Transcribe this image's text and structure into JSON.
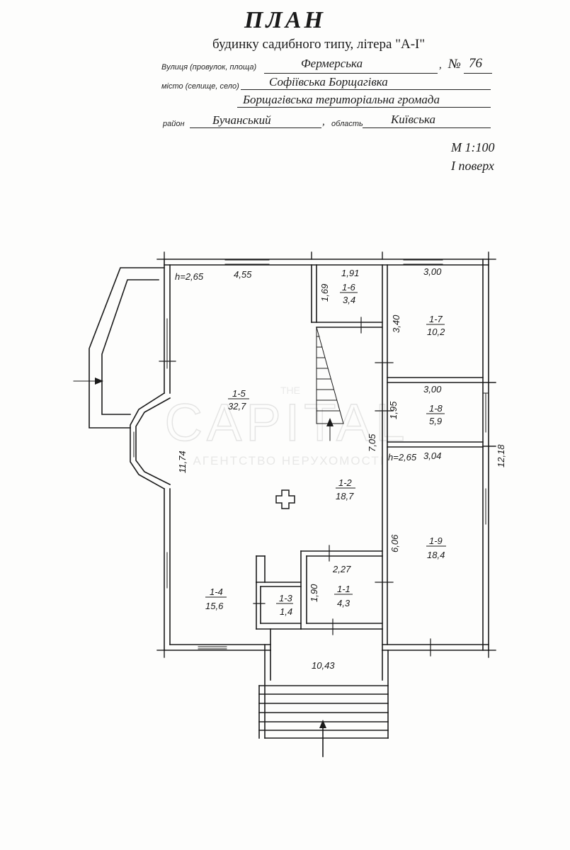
{
  "header": {
    "title": "ПЛАН",
    "subtitle": "будинку садибного типу, літера \"А-І\"",
    "street_label": "Вулиця (провулок, площа)",
    "street_value": "Фермерська",
    "number_label": "№",
    "number_value": "76",
    "city_label": "місто (селище, село)",
    "city_value": "Софіївська Борщагівка",
    "community_value": "Борщагівська територіальна громада",
    "district_label": "район",
    "district_value": "Бучанський",
    "region_label": "область",
    "region_value": "Київська",
    "scale": "М 1:100",
    "floor": "І поверх"
  },
  "watermark": {
    "top_text": "THE",
    "brand": "CAPITAL",
    "sub_text": "АГЕНТСТВО НЕРУХОМОСТІ"
  },
  "plan": {
    "heights": [
      "h=2,65",
      "h=2,65"
    ],
    "dimensions": {
      "top_left_width": "4,55",
      "room_1_6_width": "1,91",
      "room_1_6_depth": "1,69",
      "room_1_7_width": "3,00",
      "room_1_7_depth": "3,40",
      "room_1_8_width": "3,00",
      "room_1_8_depth": "1,95",
      "corridor_length": "7,05",
      "room_1_9_width": "3,04",
      "room_1_9_depth": "6,06",
      "overall_right": "12,18",
      "overall_left": "11,74",
      "room_1_1_width": "2,27",
      "room_1_1_depth": "1,90",
      "porch_width": "10,43"
    },
    "rooms": [
      {
        "id": "1-5",
        "area": "32,7"
      },
      {
        "id": "1-6",
        "area": "3,4"
      },
      {
        "id": "1-7",
        "area": "10,2"
      },
      {
        "id": "1-8",
        "area": "5,9"
      },
      {
        "id": "1-2",
        "area": "18,7"
      },
      {
        "id": "1-9",
        "area": "18,4"
      },
      {
        "id": "1-4",
        "area": "15,6"
      },
      {
        "id": "1-3",
        "area": "1,4"
      },
      {
        "id": "1-1",
        "area": "4,3"
      }
    ]
  }
}
